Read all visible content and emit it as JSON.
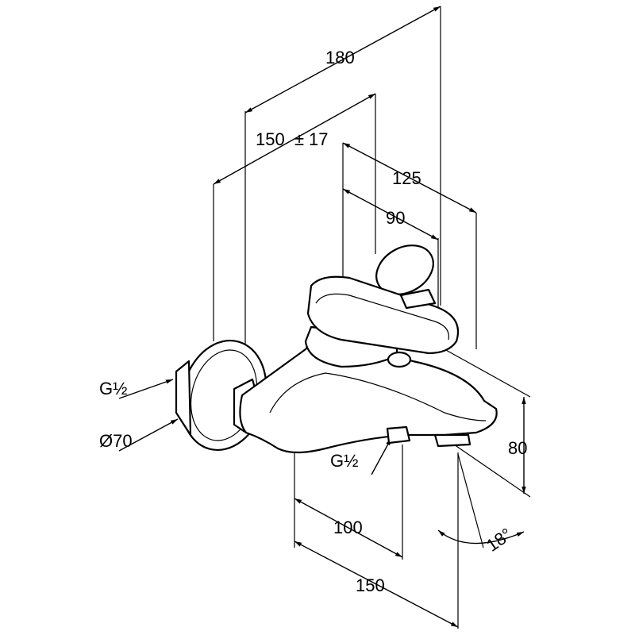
{
  "dimensions": {
    "d180": "180",
    "d150_tol": "150",
    "tol_sign": "±",
    "tol_value": "17",
    "d125": "125",
    "d90": "90",
    "thread_left": "G½",
    "rosette_dia": "Ø70",
    "thread_spout": "G½",
    "d80": "80",
    "angle": "18°",
    "d100": "100",
    "d150": "150"
  }
}
